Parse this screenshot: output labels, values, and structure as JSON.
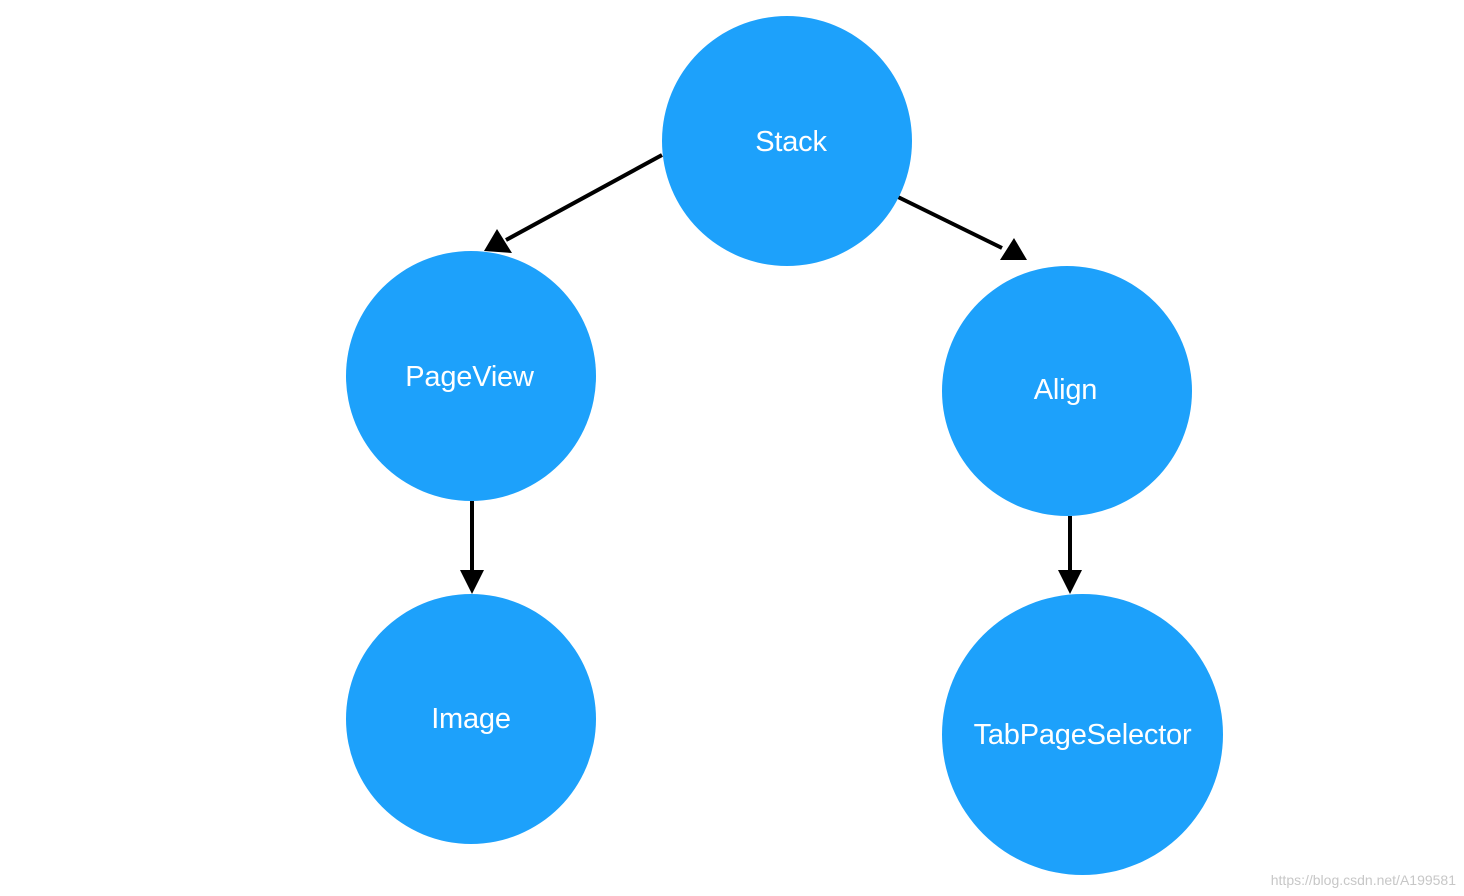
{
  "diagram": {
    "node_color": "#1da1fb",
    "edge_color": "#000000",
    "nodes": [
      {
        "id": "stack",
        "label": "Stack"
      },
      {
        "id": "pageview",
        "label": "PageView"
      },
      {
        "id": "align",
        "label": "Align"
      },
      {
        "id": "image",
        "label": "Image"
      },
      {
        "id": "tabpageselector",
        "label": "TabPageSelector"
      }
    ],
    "edges": [
      {
        "from": "stack",
        "to": "pageview"
      },
      {
        "from": "stack",
        "to": "align"
      },
      {
        "from": "pageview",
        "to": "image"
      },
      {
        "from": "align",
        "to": "tabpageselector"
      }
    ]
  },
  "watermark": "https://blog.csdn.net/A199581"
}
